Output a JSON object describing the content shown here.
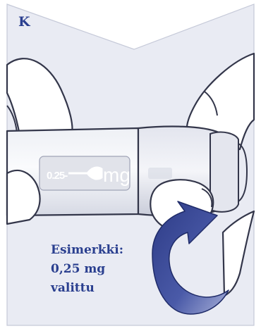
{
  "panel": {
    "letter": "K"
  },
  "pen": {
    "dose_label": "0.25-",
    "unit_label": "mg"
  },
  "caption": {
    "line1": "Esimerkki:",
    "line2": "0,25 mg",
    "line3": "valittu"
  },
  "colors": {
    "accent": "#2a3f8f",
    "panel_background": "#e9ebf3",
    "outline": "#33364a",
    "arrow": "#3c4f9c"
  },
  "icons": {
    "rotation_arrow": "curved-arrow-icon"
  }
}
